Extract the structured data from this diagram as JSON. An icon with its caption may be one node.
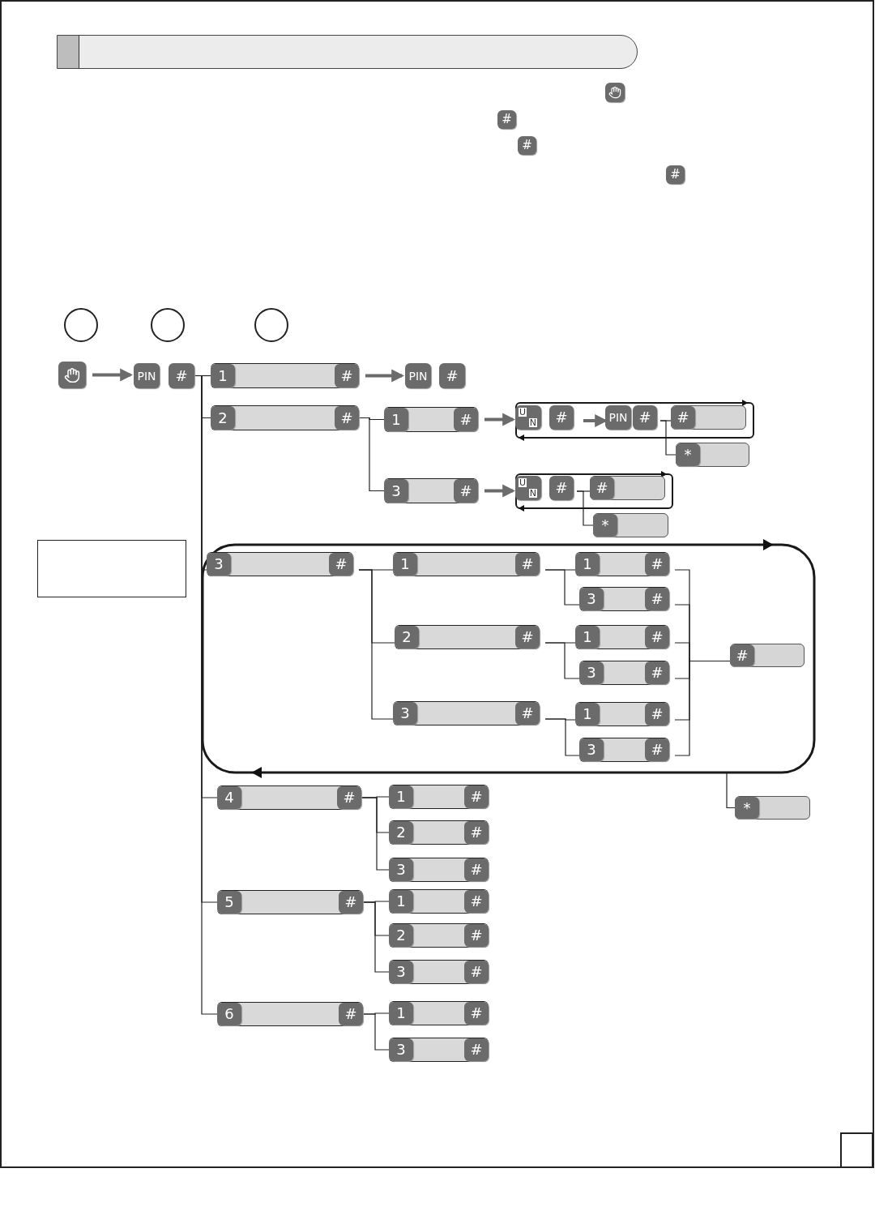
{
  "diagram": {
    "nodes": [
      {
        "text": [],
        "shape": "bar"
      },
      {
        "text": [],
        "shape": "circle"
      },
      {
        "text": [],
        "shape": "circle"
      },
      {
        "text": [],
        "shape": "circle"
      },
      {
        "text": [],
        "shape": "box"
      },
      {
        "text": [
          "PIN"
        ]
      },
      {
        "text": [
          "#"
        ]
      },
      {
        "text": [
          "1",
          "#"
        ]
      },
      {
        "text": [
          "PIN"
        ]
      },
      {
        "text": [
          "#"
        ]
      },
      {
        "text": [
          "2",
          "#"
        ]
      },
      {
        "text": [
          "1",
          "#"
        ]
      },
      {
        "text": [],
        "shape": "box"
      },
      {
        "text": [
          "U",
          "N"
        ],
        "in": 12
      },
      {
        "text": [
          "#"
        ],
        "in": 12
      },
      {
        "text": [
          "PIN"
        ],
        "in": 12
      },
      {
        "text": [
          "#"
        ],
        "in": 12
      },
      {
        "text": [
          "#"
        ],
        "in": 12
      },
      {
        "text": [
          "*"
        ]
      },
      {
        "text": [
          "3",
          "#"
        ]
      },
      {
        "text": [],
        "shape": "box"
      },
      {
        "text": [
          "U",
          "N"
        ],
        "in": 20
      },
      {
        "text": [
          "#"
        ],
        "in": 20
      },
      {
        "text": [
          "#"
        ],
        "in": 20
      },
      {
        "text": [
          "*"
        ]
      },
      {
        "text": [],
        "shape": "box"
      },
      {
        "text": [],
        "shape": "box"
      },
      {
        "text": [
          "3",
          "#"
        ],
        "in": 26
      },
      {
        "text": [
          "1",
          "#"
        ],
        "in": 26
      },
      {
        "text": [
          "1",
          "#"
        ],
        "in": 26
      },
      {
        "text": [
          "3",
          "#"
        ],
        "in": 26
      },
      {
        "text": [
          "2",
          "#"
        ],
        "in": 26
      },
      {
        "text": [
          "1",
          "#"
        ],
        "in": 26
      },
      {
        "text": [
          "3",
          "#"
        ],
        "in": 26
      },
      {
        "text": [
          "3",
          "#"
        ],
        "in": 26
      },
      {
        "text": [
          "1",
          "#"
        ],
        "in": 26
      },
      {
        "text": [
          "3",
          "#"
        ],
        "in": 26
      },
      {
        "text": [
          "#"
        ],
        "in": 26
      },
      {
        "text": [
          "*"
        ]
      },
      {
        "text": [
          "4",
          "#"
        ]
      },
      {
        "text": [
          "1",
          "#"
        ]
      },
      {
        "text": [
          "2",
          "#"
        ]
      },
      {
        "text": [
          "3",
          "#"
        ]
      },
      {
        "text": [
          "5",
          "#"
        ]
      },
      {
        "text": [
          "1",
          "#"
        ]
      },
      {
        "text": [
          "2",
          "#"
        ]
      },
      {
        "text": [
          "3",
          "#"
        ]
      },
      {
        "text": [
          "6",
          "#"
        ]
      },
      {
        "text": [
          "1",
          "#"
        ]
      },
      {
        "text": [
          "3",
          "#"
        ]
      },
      {
        "text": [],
        "shape": "box"
      }
    ],
    "edges": [
      {
        "from": 4,
        "to": 5,
        "arrow": "to",
        "style": "thick",
        "color": "#6b6b6b"
      },
      {
        "from": 6,
        "to": 7,
        "arrow": "none"
      },
      {
        "from": 6,
        "to": 10,
        "arrow": "none"
      },
      {
        "from": 6,
        "to": 27,
        "arrow": "none"
      },
      {
        "from": 6,
        "to": 39,
        "arrow": "none"
      },
      {
        "from": 6,
        "to": 43,
        "arrow": "none"
      },
      {
        "from": 6,
        "to": 47,
        "arrow": "none"
      },
      {
        "from": 7,
        "to": 8,
        "arrow": "to",
        "style": "thick",
        "color": "#6b6b6b"
      },
      {
        "from": 10,
        "to": 11,
        "arrow": "none"
      },
      {
        "from": 10,
        "to": 19,
        "arrow": "none"
      },
      {
        "from": 11,
        "to": 12,
        "arrow": "to",
        "style": "thick",
        "color": "#6b6b6b"
      },
      {
        "from": 14,
        "to": 15,
        "arrow": "to",
        "style": "thick",
        "color": "#6b6b6b"
      },
      {
        "from": 16,
        "to": 17,
        "arrow": "none"
      },
      {
        "from": 16,
        "to": 18,
        "arrow": "none"
      },
      {
        "from": 19,
        "to": 20,
        "arrow": "to",
        "style": "thick",
        "color": "#6b6b6b"
      },
      {
        "from": 22,
        "to": 23,
        "arrow": "none"
      },
      {
        "from": 22,
        "to": 24,
        "arrow": "none"
      },
      {
        "from": 27,
        "to": 28,
        "arrow": "none"
      },
      {
        "from": 27,
        "to": 31,
        "arrow": "none"
      },
      {
        "from": 27,
        "to": 34,
        "arrow": "none"
      },
      {
        "from": 28,
        "to": 29,
        "arrow": "none"
      },
      {
        "from": 28,
        "to": 30,
        "arrow": "none"
      },
      {
        "from": 31,
        "to": 32,
        "arrow": "none"
      },
      {
        "from": 31,
        "to": 33,
        "arrow": "none"
      },
      {
        "from": 34,
        "to": 35,
        "arrow": "none"
      },
      {
        "from": 34,
        "to": 36,
        "arrow": "none"
      },
      {
        "from": 29,
        "to": 37,
        "arrow": "none"
      },
      {
        "from": 30,
        "to": 37,
        "arrow": "none"
      },
      {
        "from": 32,
        "to": 37,
        "arrow": "none"
      },
      {
        "from": 33,
        "to": 37,
        "arrow": "none"
      },
      {
        "from": 35,
        "to": 37,
        "arrow": "none"
      },
      {
        "from": 36,
        "to": 37,
        "arrow": "none"
      },
      {
        "from": 26,
        "to": 38,
        "arrow": "none"
      },
      {
        "from": 39,
        "to": 40,
        "arrow": "none"
      },
      {
        "from": 39,
        "to": 41,
        "arrow": "none"
      },
      {
        "from": 39,
        "to": 42,
        "arrow": "none"
      },
      {
        "from": 43,
        "to": 44,
        "arrow": "none"
      },
      {
        "from": 43,
        "to": 45,
        "arrow": "none"
      },
      {
        "from": 43,
        "to": 46,
        "arrow": "none"
      },
      {
        "from": 47,
        "to": 48,
        "arrow": "none"
      },
      {
        "from": 47,
        "to": 49,
        "arrow": "none"
      }
    ],
    "labels": [
      "#",
      "#",
      "#"
    ]
  }
}
